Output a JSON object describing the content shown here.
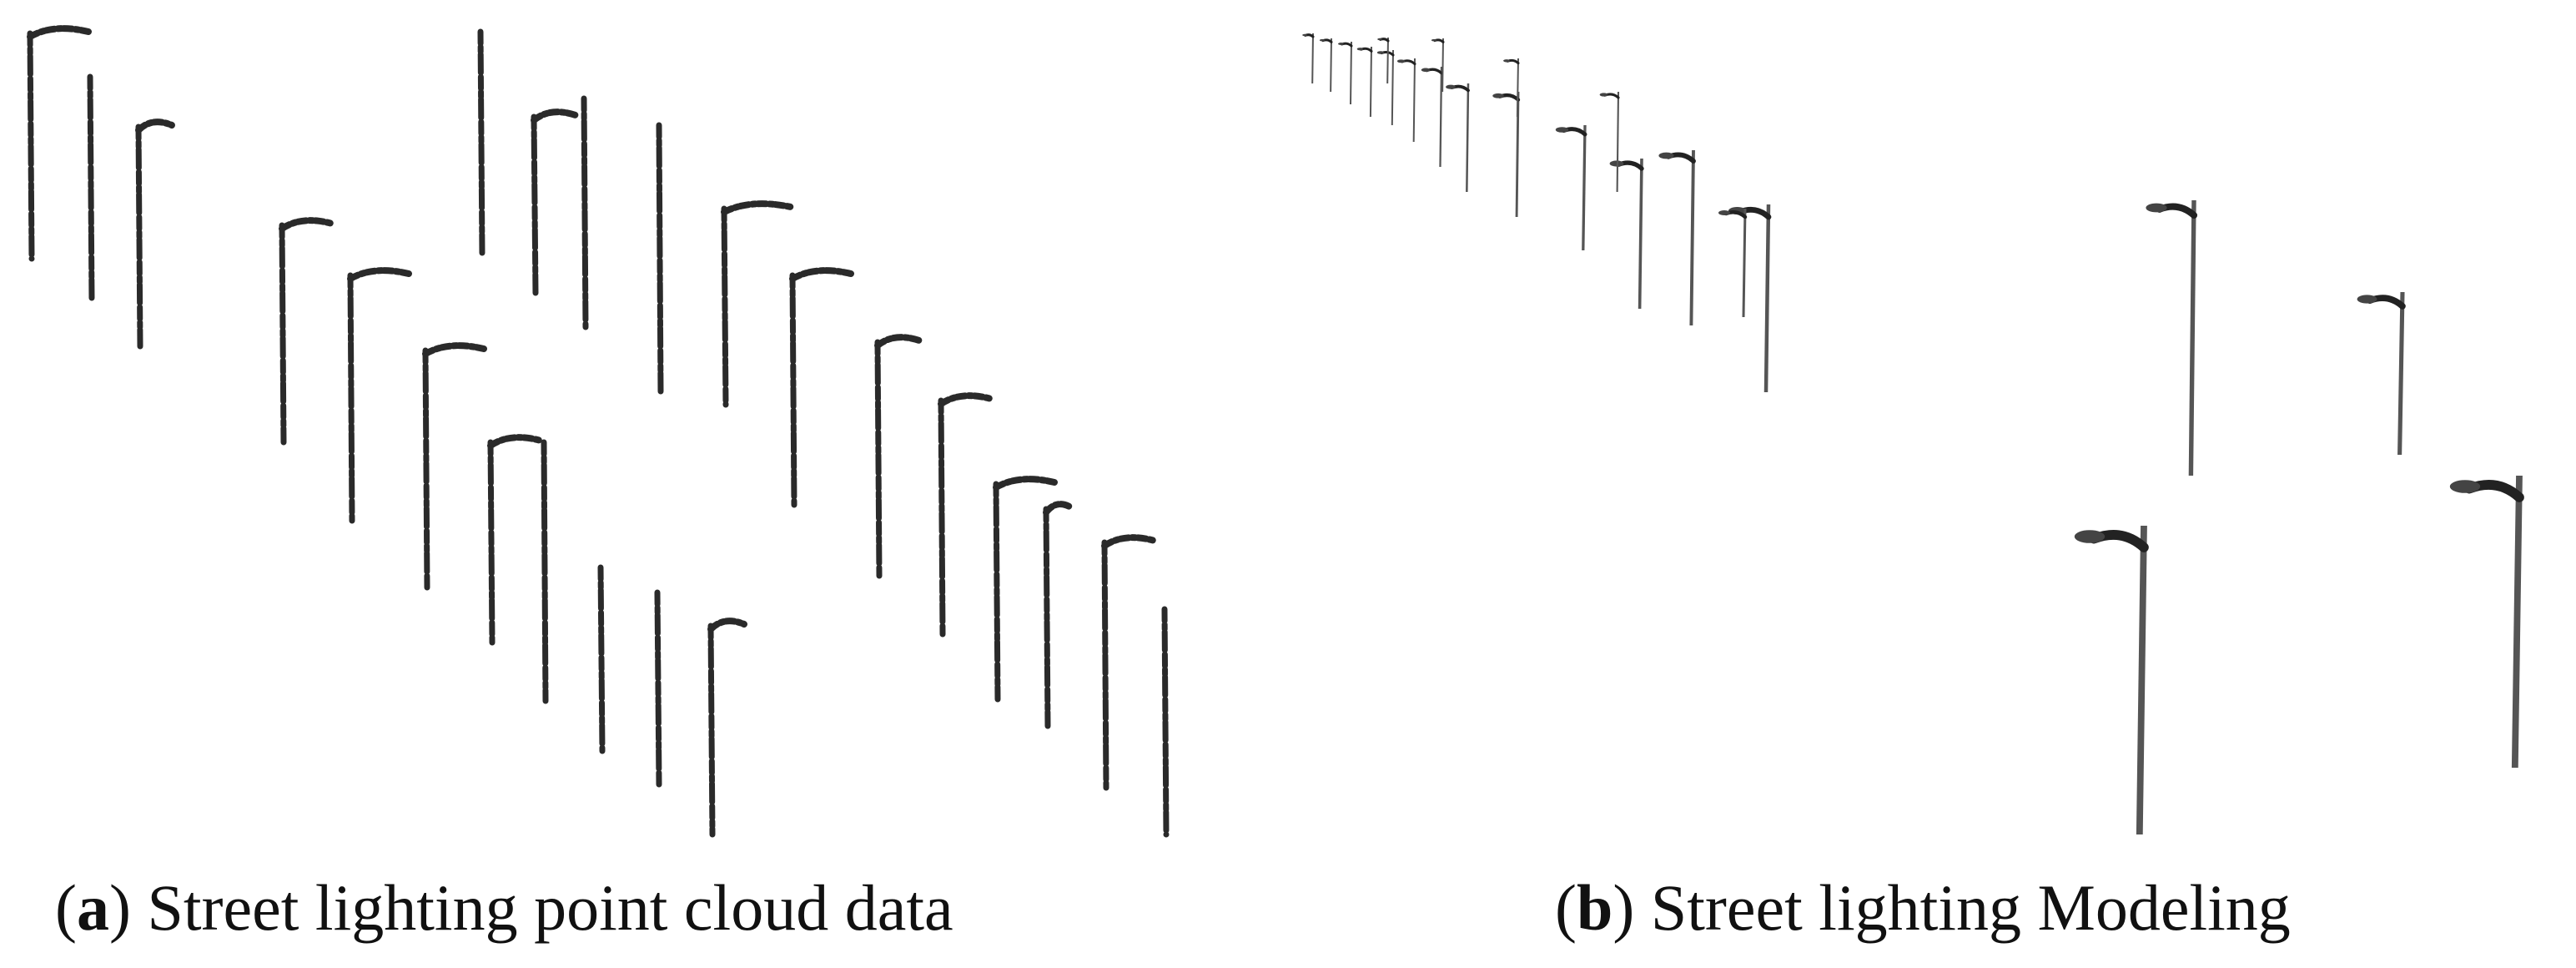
{
  "figure": {
    "panels": [
      {
        "letter": "a",
        "caption": "Street lighting point cloud data"
      },
      {
        "letter": "b",
        "caption": "Street lighting Modeling"
      }
    ]
  },
  "colors": {
    "background": "#ffffff",
    "point_cloud_ink": "#2a2a2a",
    "model_ink": "#555555"
  }
}
